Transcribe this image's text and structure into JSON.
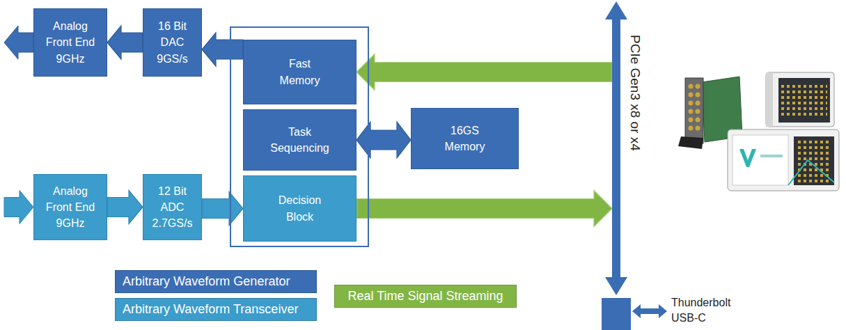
{
  "diagram": {
    "nodes": [
      {
        "text": [
          "Analog Front End 9GHz"
        ]
      },
      {
        "text": [
          "16 Bit DAC 9GS/s"
        ]
      },
      {
        "text": []
      },
      {
        "text": [
          "Fast Memory"
        ],
        "in": 2
      },
      {
        "text": [
          "Task Sequencing"
        ],
        "in": 2
      },
      {
        "text": [
          "Decision Block"
        ],
        "in": 2
      },
      {
        "text": [
          "16GS Memory"
        ]
      },
      {
        "text": [
          "Analog Front End 9GHz"
        ]
      },
      {
        "text": [
          "12 Bit ADC 2.7GS/s"
        ]
      },
      {
        "text": [
          "PCIe Gen3 x8 or x4"
        ]
      }
    ],
    "edges": [
      {
        "from": 3,
        "to": 1,
        "arrow": "to"
      },
      {
        "from": 1,
        "to": 0,
        "arrow": "to"
      },
      {
        "from": 4,
        "to": 6,
        "arrow": "both"
      },
      {
        "from": 9,
        "to": 3,
        "arrow": "to"
      },
      {
        "from": 7,
        "to": 8,
        "arrow": "to"
      },
      {
        "from": 8,
        "to": 5,
        "arrow": "to"
      },
      {
        "from": 5,
        "to": 9,
        "arrow": "to"
      }
    ],
    "labels": [
      "Thunderbolt USB-C"
    ],
    "legend": [
      {
        "text": "Arbitrary Waveform Generator",
        "color": "#3b6db4"
      },
      {
        "text": "Arbitrary Waveform Transceiver",
        "color": "#3c9ccb"
      },
      {
        "text": "Real Time Signal Streaming",
        "color": "#82b644"
      }
    ]
  }
}
